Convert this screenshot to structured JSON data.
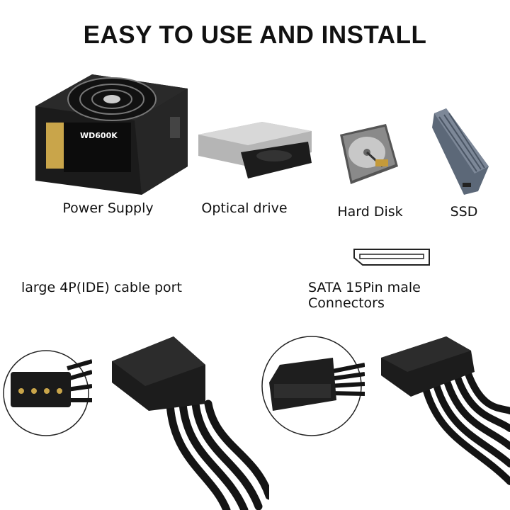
{
  "title": "EASY TO USE AND INSTALL",
  "products": [
    {
      "label": "Power Supply",
      "model_text": "WD600K",
      "icon": "power-supply"
    },
    {
      "label": "Optical drive",
      "icon": "optical-drive"
    },
    {
      "label": "Hard Disk",
      "icon": "hard-disk"
    },
    {
      "label": "SSD",
      "icon": "ssd"
    }
  ],
  "connectors": {
    "molex_label": "large 4P(IDE) cable port",
    "sata_label": "SATA 15Pin male Connectors",
    "sata_icon": "sata-port-outline"
  },
  "colors": {
    "cable": "#141414",
    "psu_badge": "#c9a54a"
  }
}
